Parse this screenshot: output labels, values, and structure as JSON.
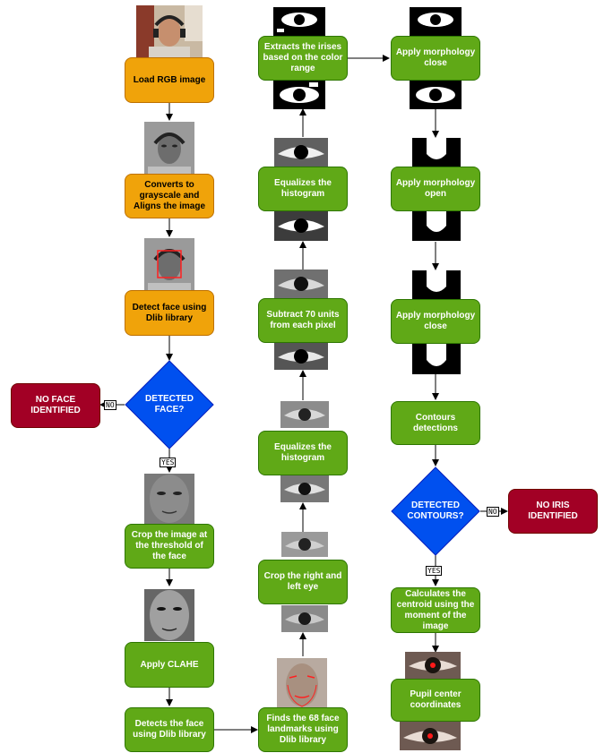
{
  "colors": {
    "process_orange": "#f0a30a",
    "process_green": "#60a917",
    "terminal_red": "#a20025",
    "decision_blue": "#0050ef"
  },
  "nodes": {
    "load_rgb": "Load RGB image",
    "grayscale_align": "Converts to grayscale and Aligns the image",
    "detect_face_dlib": "Detect face using Dlib library",
    "detected_face": "DETECTED FACE?",
    "no_face": "NO FACE IDENTIFIED",
    "crop_face": "Crop the image at the threshold of the face",
    "apply_clahe": "Apply CLAHE",
    "detects_face_dlib2": "Detects the face using Dlib library",
    "find_68_landmarks": "Finds the 68 face landmarks using Dlib library",
    "crop_eyes": "Crop the right and left eye",
    "equalize_hist_1": "Equalizes the histogram",
    "subtract_70": "Subtract 70 units from each pixel",
    "equalize_hist_2": "Equalizes the histogram",
    "extract_irises": "Extracts the irises based on the color range",
    "morph_close_1": "Apply morphology close",
    "morph_open": "Apply morphology open",
    "morph_close_2": "Apply morphology close",
    "contours_detect": "Contours detections",
    "detected_contours": "DETECTED CONTOURS?",
    "no_iris": "NO IRIS IDENTIFIED",
    "centroid": "Calculates the centroid using the moment of the image",
    "pupil_center": "Pupil center coordinates"
  },
  "edge_labels": {
    "face_no": "NO",
    "face_yes": "YES",
    "contours_no": "NO",
    "contours_yes": "YES"
  },
  "thumbnails": {
    "rgb_photo": "color-portrait",
    "gray_photo": "grayscale-portrait",
    "face_box_photo": "grayscale-portrait-with-face-box",
    "cropped_face": "cropped-face",
    "clahe_face": "clahe-face",
    "landmarks_face": "face-with-landmarks",
    "eye": "grayscale-eye",
    "binary_mask": "binary-iris-mask",
    "pupil_marked": "eye-with-red-pupil-dot"
  }
}
